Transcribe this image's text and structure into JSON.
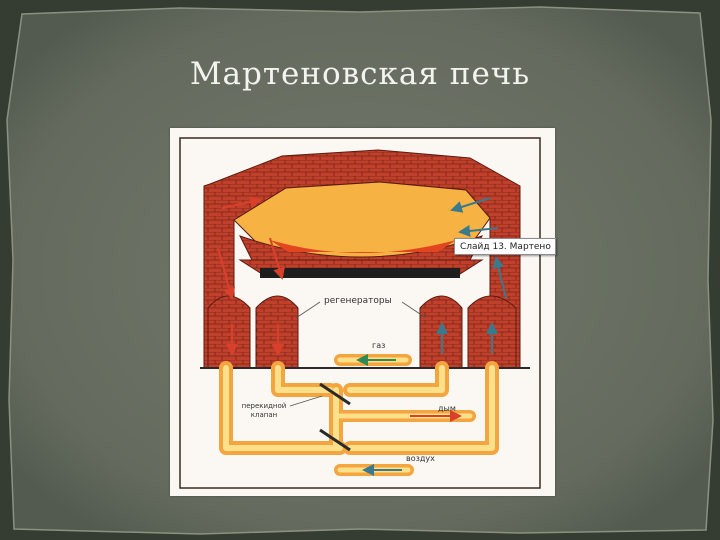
{
  "slide": {
    "title": "Мартеновская печь"
  },
  "diagram": {
    "labels": {
      "regenerators": "регенераторы",
      "gas": "газ",
      "valve": "перекидной клапан",
      "smoke": "дым",
      "air": "воздух"
    }
  },
  "tooltip": {
    "text": "Слайд 13. Мартено"
  },
  "colors": {
    "brick": "#c0402c",
    "mortar": "#7a2416",
    "furnace_fill": "#f7b244",
    "molten_steel": "#e2461f",
    "pipe_outer": "#f5a540",
    "pipe_inner": "#fde08a",
    "arrow_hot": "#d8402c",
    "arrow_cold": "#3a7a8c",
    "arrow_gas": "#2f8a56",
    "slide_bg": "#646b5e"
  },
  "icons": {
    "flow_arrows": "arrow-icon"
  }
}
